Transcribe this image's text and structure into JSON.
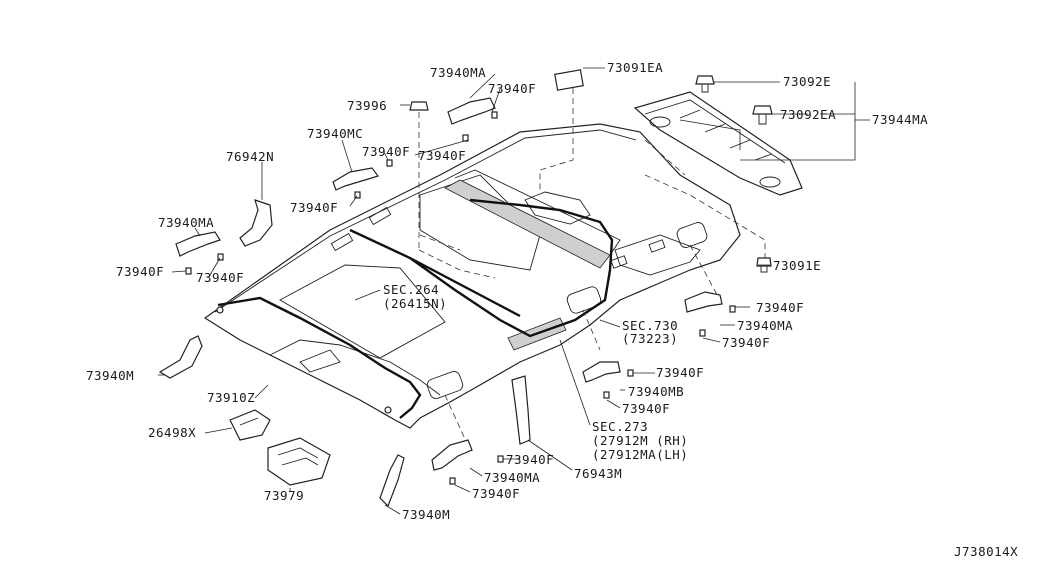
{
  "diagram": {
    "code": "J738014X",
    "labels": {
      "p73940MA_top": "73940MA",
      "p73091EA": "73091EA",
      "p73092E": "73092E",
      "p73940F_top": "73940F",
      "p73996": "73996",
      "p73092EA": "73092EA",
      "p73944MA": "73944MA",
      "p73940MC": "73940MC",
      "p76942N": "76942N",
      "p73940F_a": "73940F",
      "p73940F_b": "73940F",
      "p73940F_c": "73940F",
      "p73940MA_left": "73940MA",
      "p73091E": "73091E",
      "p73940F_d": "73940F",
      "p73940F_e": "73940F",
      "sec264": "SEC.264",
      "sec264_sub": "(26415N)",
      "p73940F_r1": "73940F",
      "p73940MA_r": "73940MA",
      "p73940F_r2": "73940F",
      "sec730": "SEC.730",
      "sec730_sub": "(73223)",
      "p73940M_left": "73940M",
      "p73910Z": "73910Z",
      "p73940F_m1": "73940F",
      "p73940MB": "73940MB",
      "p73940F_m2": "73940F",
      "p26498X": "26498X",
      "sec273": "SEC.273",
      "p27912M": "(27912M (RH)",
      "p27912MA": "(27912MA(LH)",
      "p73940F_b1": "73940F",
      "p73940MA_b": "73940MA",
      "p76943M": "76943M",
      "p73979": "73979",
      "p73940F_b2": "73940F",
      "p73940M_b": "73940M"
    }
  }
}
